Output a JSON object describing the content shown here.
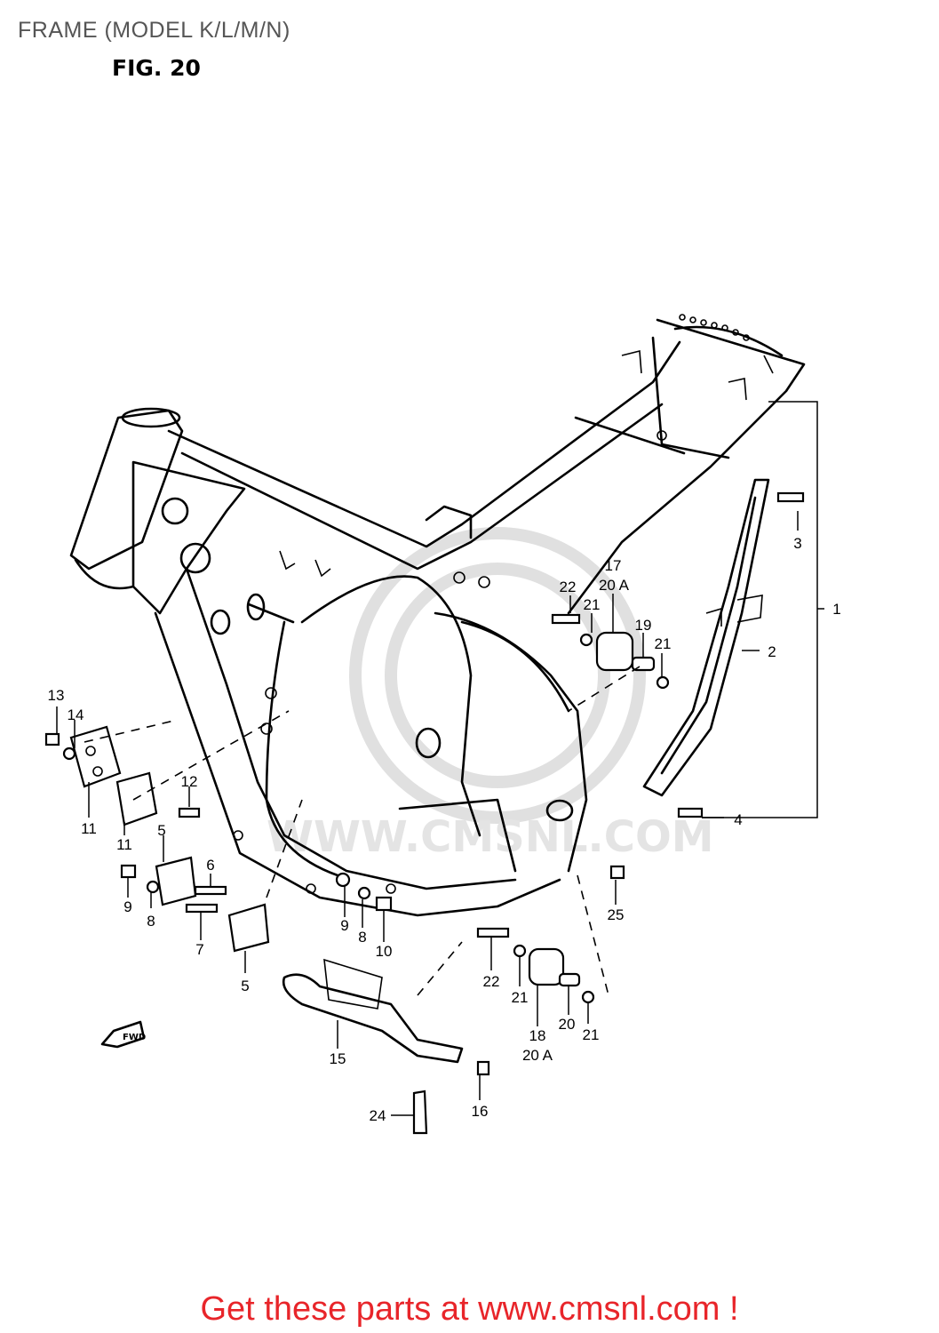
{
  "header": {
    "title": "FRAME (MODEL K/L/M/N)",
    "figure": "FIG. 20"
  },
  "watermark": "WWW.CMSNL.COM",
  "fwd_label": "FWD",
  "callouts": [
    "1",
    "2",
    "3",
    "4",
    "5",
    "5",
    "6",
    "7",
    "8",
    "8",
    "9",
    "9",
    "10",
    "11",
    "11",
    "12",
    "13",
    "14",
    "15",
    "16",
    "17",
    "18",
    "19",
    "20",
    "20 A",
    "20 A",
    "21",
    "21",
    "21",
    "21",
    "22",
    "22",
    "24",
    "25"
  ],
  "footer": {
    "link_text": "Get these parts at www.cmsnl.com !"
  },
  "colors": {
    "line": "#000000",
    "footer": "#e8252a",
    "title": "#555555",
    "watermark": "#e0e0e0"
  }
}
